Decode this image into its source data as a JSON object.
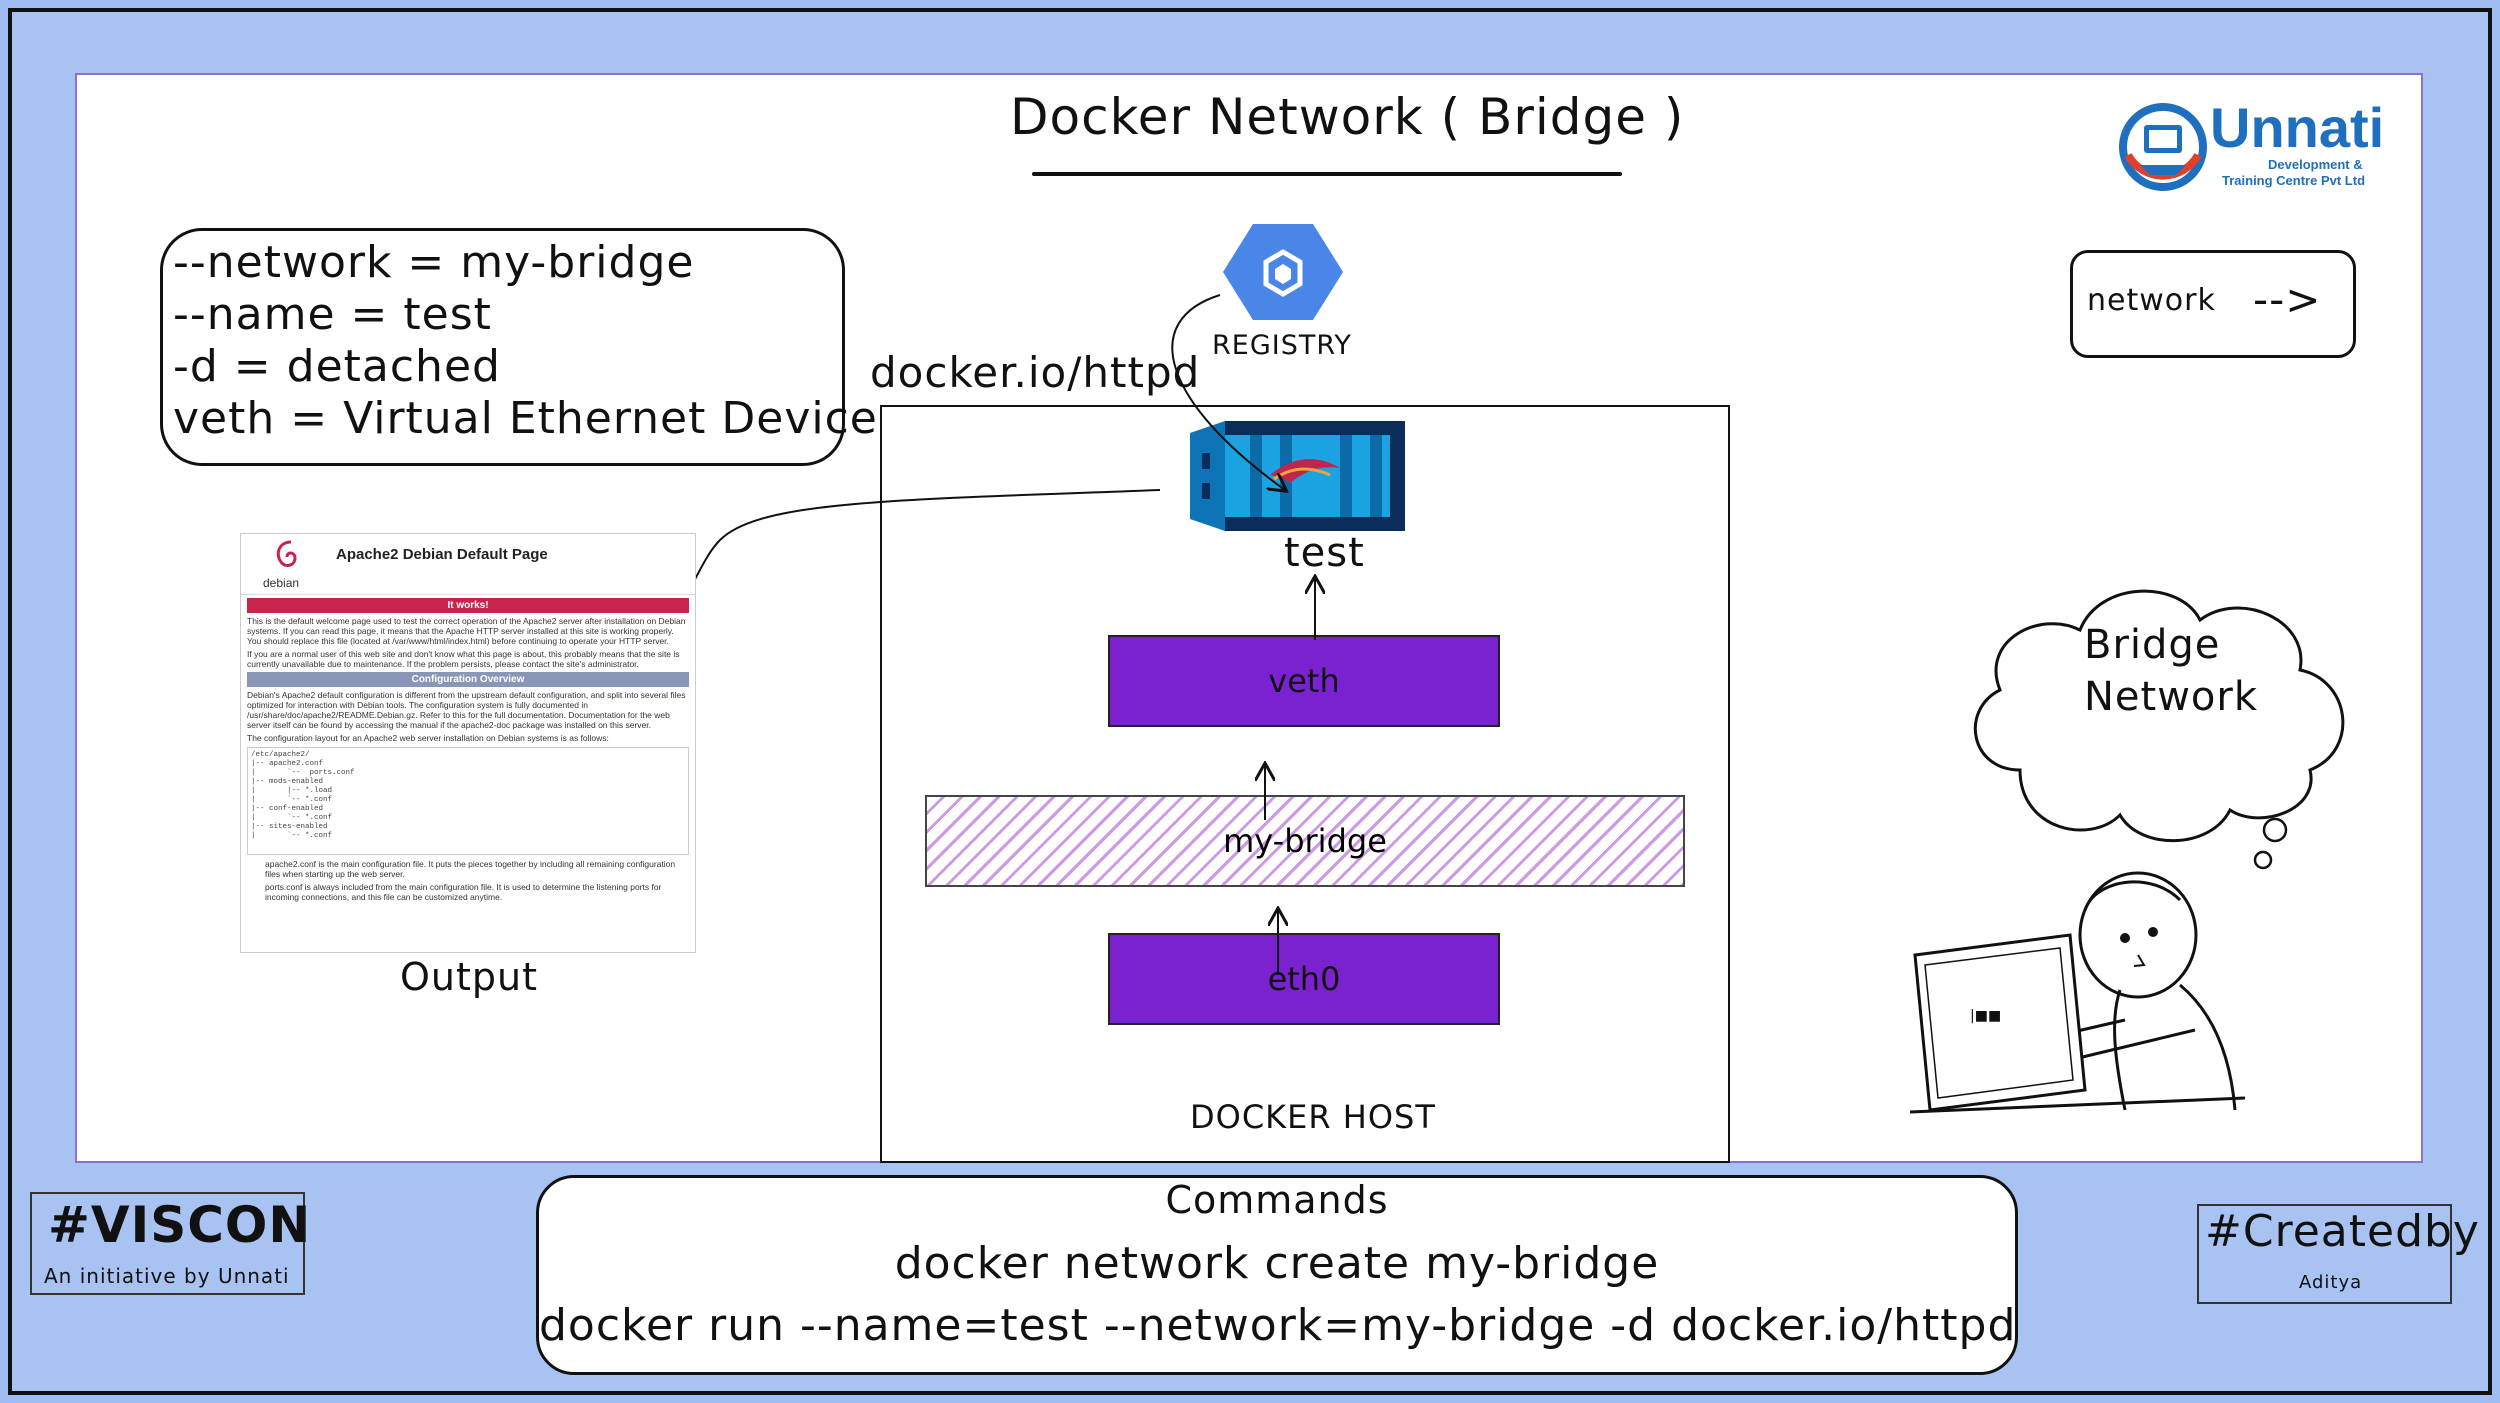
{
  "title": "Docker Network ( Bridge )",
  "legend": {
    "lines": [
      "--network = my-bridge",
      "--name = test",
      "-d = detached",
      "veth = Virtual Ethernet Device"
    ]
  },
  "small_legend": {
    "label": "network",
    "arrow": "-->"
  },
  "logo": {
    "name": "Unnati",
    "sub1": "Development &",
    "sub2": "Training Centre Pvt Ltd"
  },
  "registry": {
    "label": "REGISTRY"
  },
  "image_label": "docker.io/httpd",
  "container_label": "test",
  "layers": {
    "veth": "veth",
    "bridge": "my-bridge",
    "eth0": "eth0"
  },
  "host_label": "DOCKER HOST",
  "output": {
    "caption": "Output",
    "page_title": "Apache2 Debian Default Page",
    "debian": "debian",
    "it_works": "It works!",
    "config_overview": "Configuration Overview",
    "intro_text": "This is the default welcome page used to test the correct operation of the Apache2 server after installation on Debian systems. If you can read this page, it means that the Apache HTTP server installed at this site is working properly. You should replace this file (located at /var/www/html/index.html) before continuing to operate your HTTP server.",
    "intro_text2": "If you are a normal user of this web site and don't know what this page is about, this probably means that the site is currently unavailable due to maintenance. If the problem persists, please contact the site's administrator.",
    "config_text": "Debian's Apache2 default configuration is different from the upstream default configuration, and split into several files optimized for interaction with Debian tools. The configuration system is fully documented in /usr/share/doc/apache2/README.Debian.gz. Refer to this for the full documentation. Documentation for the web server itself can be found by accessing the manual if the apache2-doc package was installed on this server.",
    "layout_text": "The configuration layout for an Apache2 web server installation on Debian systems is as follows:",
    "tree": "/etc/apache2/\n|-- apache2.conf\n|       `--  ports.conf\n|-- mods-enabled\n|       |-- *.load\n|       `-- *.conf\n|-- conf-enabled\n|       `-- *.conf\n|-- sites-enabled\n|       `-- *.conf",
    "bullet1": "apache2.conf is the main configuration file. It puts the pieces together by including all remaining configuration files when starting up the web server.",
    "bullet2": "ports.conf is always included from the main configuration file. It is used to determine the listening ports for incoming connections, and this file can be customized anytime."
  },
  "thought": {
    "line1": "Bridge",
    "line2": "Network"
  },
  "commands": {
    "heading": "Commands",
    "cmd1": "docker network create my-bridge",
    "cmd2": "docker run --name=test --network=my-bridge -d docker.io/httpd"
  },
  "viscon": {
    "tag": "#VISCON",
    "sub": "An initiative by Unnati"
  },
  "createdby": {
    "tag": "#Createdby",
    "sub": "Aditya"
  },
  "colors": {
    "frame": "#a8c3f2",
    "purple": "#7b22d0",
    "hatch": "#cc99e8",
    "registry": "#4a86e8",
    "container": "#1aa3e0",
    "debian_red": "#c7254e",
    "apache_band": "#8a96b8"
  }
}
